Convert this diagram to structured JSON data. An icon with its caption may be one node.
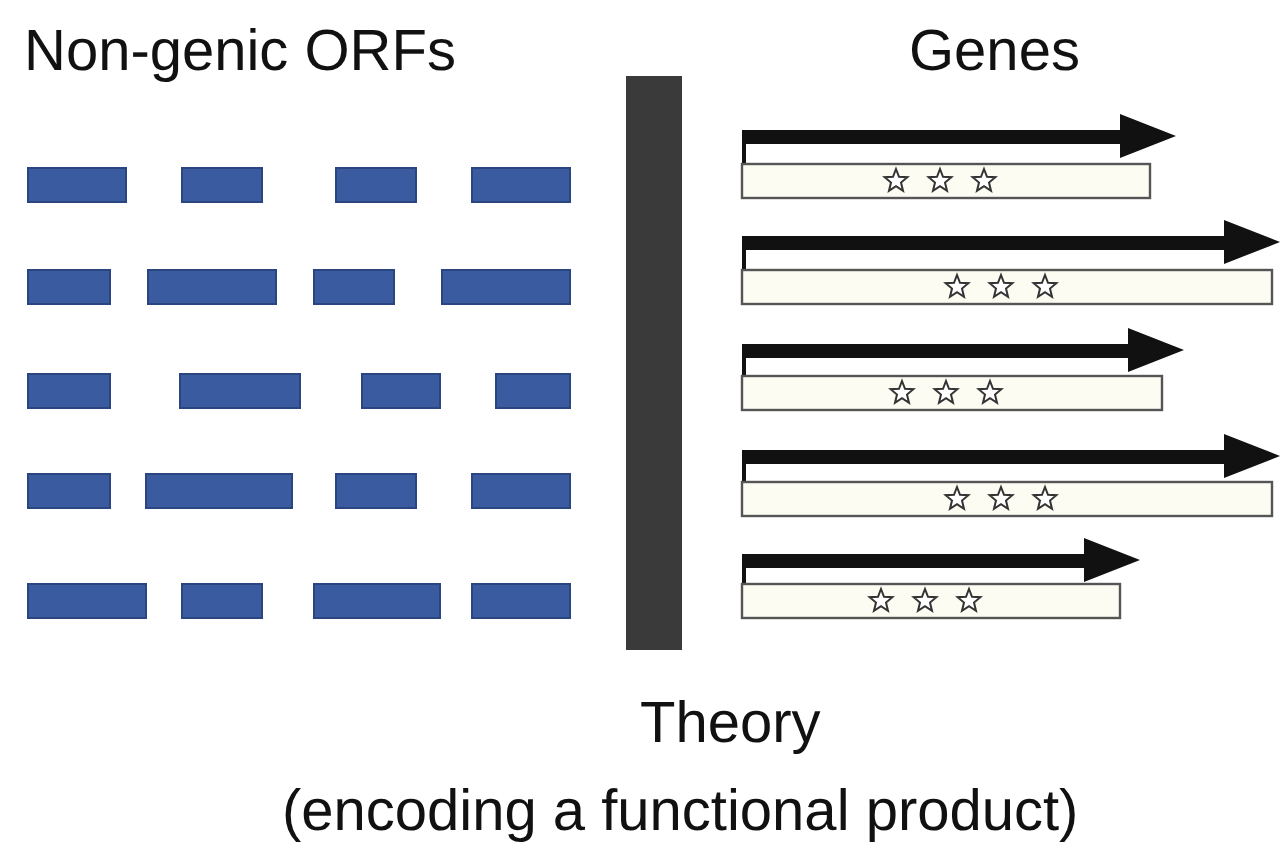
{
  "diagram": {
    "labels": [
      "Non-genic ORFs",
      "Genes",
      "Theory",
      "(encoding a functional product)"
    ]
  }
}
